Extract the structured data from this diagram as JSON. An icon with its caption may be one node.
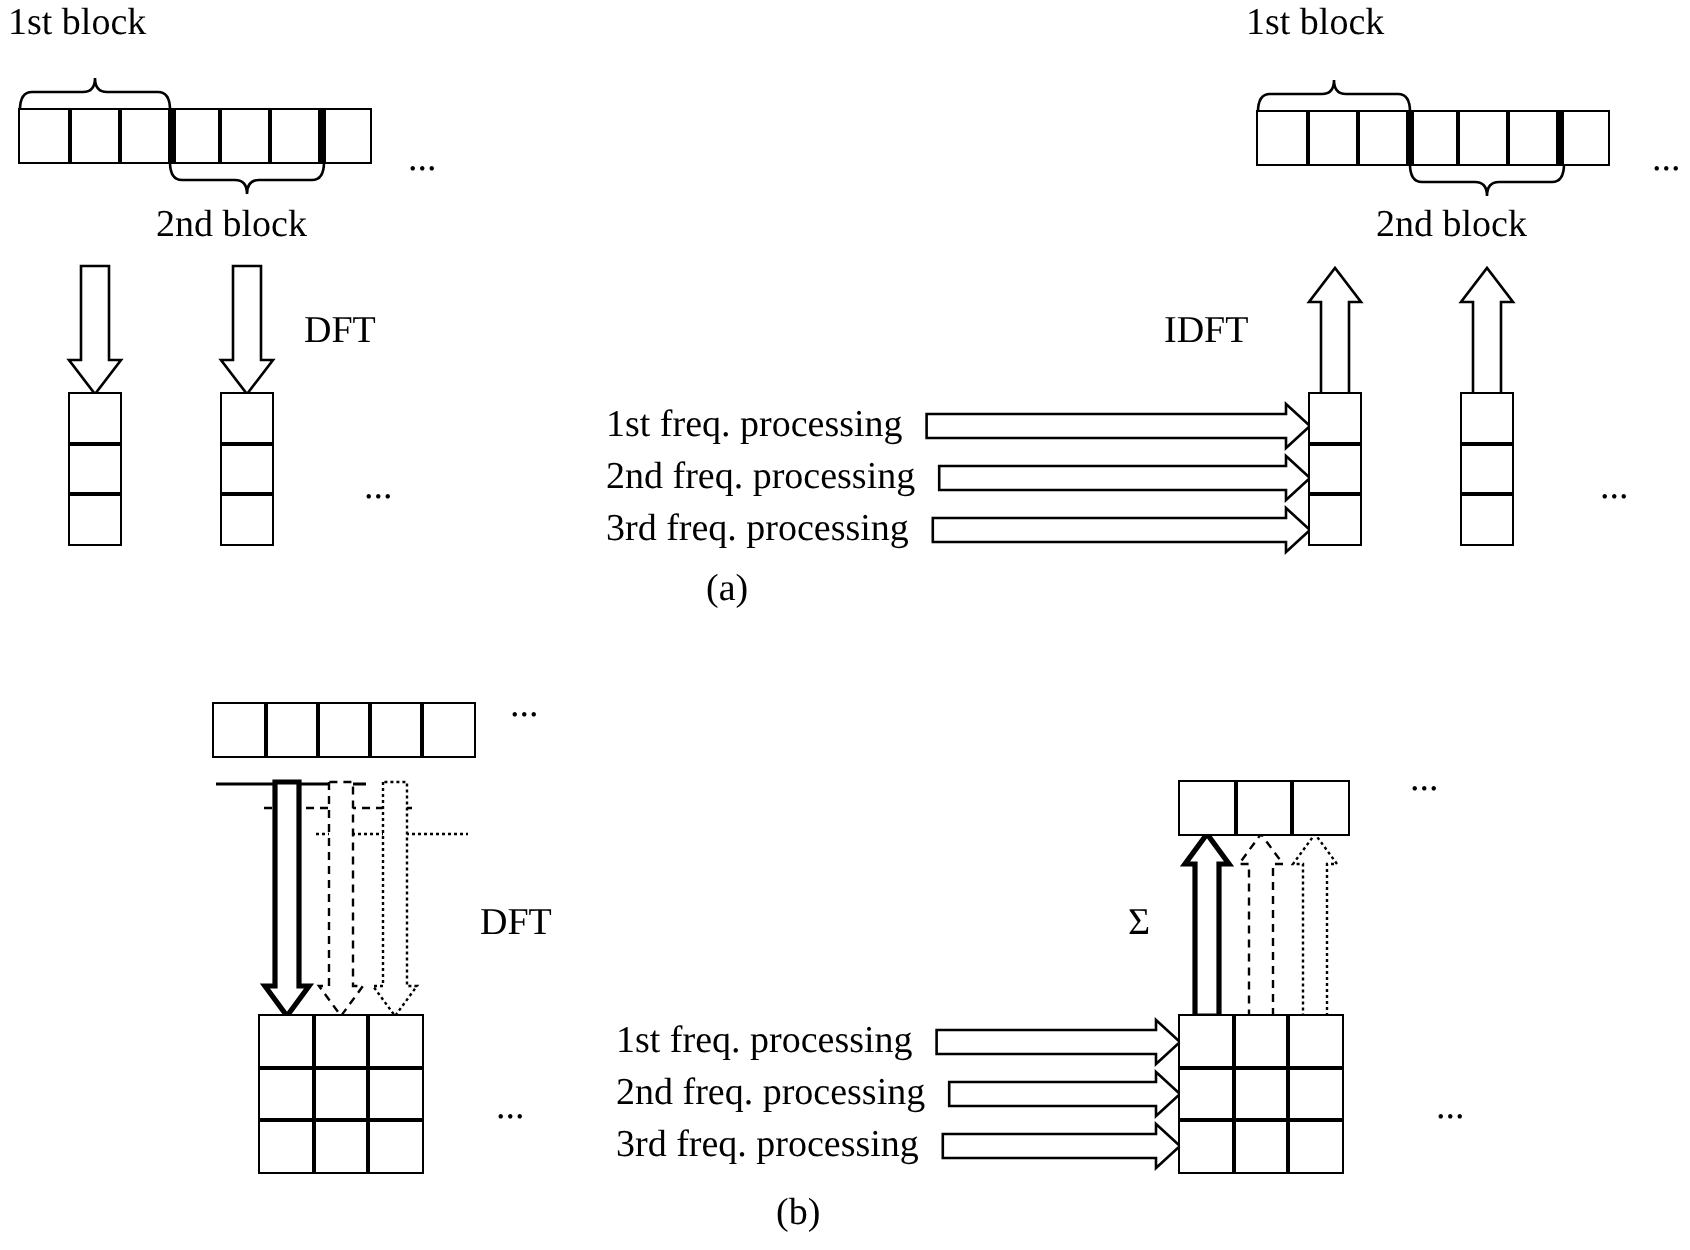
{
  "diagram": {
    "nodes": [
      {
        "text": [],
        "shape": "box"
      },
      {
        "text": [],
        "shape": "box"
      },
      {
        "text": [],
        "shape": "box"
      },
      {
        "text": [
          "1st freq. processing"
        ]
      },
      {
        "text": [
          "2nd freq. processing"
        ]
      },
      {
        "text": [
          "3rd freq. processing"
        ]
      },
      {
        "text": [],
        "shape": "box"
      },
      {
        "text": [],
        "shape": "box"
      },
      {
        "text": [],
        "shape": "box"
      },
      {
        "text": [],
        "shape": "box"
      },
      {
        "text": [],
        "shape": "box"
      },
      {
        "text": [
          "1st freq. processing"
        ]
      },
      {
        "text": [
          "2nd freq. processing"
        ]
      },
      {
        "text": [
          "3rd freq. processing"
        ]
      },
      {
        "text": [],
        "shape": "box"
      },
      {
        "text": [],
        "shape": "box"
      }
    ],
    "edges": [
      {
        "from": 0,
        "to": 1,
        "arrow": "to"
      },
      {
        "from": 0,
        "to": 2,
        "arrow": "to",
        "label": "DFT"
      },
      {
        "from": 3,
        "to": 6,
        "arrow": "to"
      },
      {
        "from": 4,
        "to": 6,
        "arrow": "to"
      },
      {
        "from": 5,
        "to": 6,
        "arrow": "to"
      },
      {
        "from": 6,
        "to": 8,
        "arrow": "to",
        "label": "IDFT"
      },
      {
        "from": 7,
        "to": 8,
        "arrow": "to"
      },
      {
        "from": 9,
        "to": 10,
        "arrow": "to",
        "style": "thick"
      },
      {
        "from": 9,
        "to": 10,
        "arrow": "to",
        "style": "dashed"
      },
      {
        "from": 9,
        "to": 10,
        "arrow": "to",
        "style": "dashed",
        "label": "DFT"
      },
      {
        "from": 11,
        "to": 14,
        "arrow": "to"
      },
      {
        "from": 12,
        "to": 14,
        "arrow": "to"
      },
      {
        "from": 13,
        "to": 14,
        "arrow": "to"
      },
      {
        "from": 14,
        "to": 15,
        "arrow": "to",
        "style": "thick",
        "label": "Σ"
      },
      {
        "from": 14,
        "to": 15,
        "arrow": "to",
        "style": "dashed"
      },
      {
        "from": 14,
        "to": 15,
        "arrow": "to",
        "style": "dashed"
      }
    ],
    "labels": [
      "1st block",
      "1st block",
      "...",
      "...",
      "2nd block",
      "2nd block",
      "...",
      "...",
      "(a)",
      "...",
      "...",
      "...",
      "...",
      "(b)"
    ]
  }
}
